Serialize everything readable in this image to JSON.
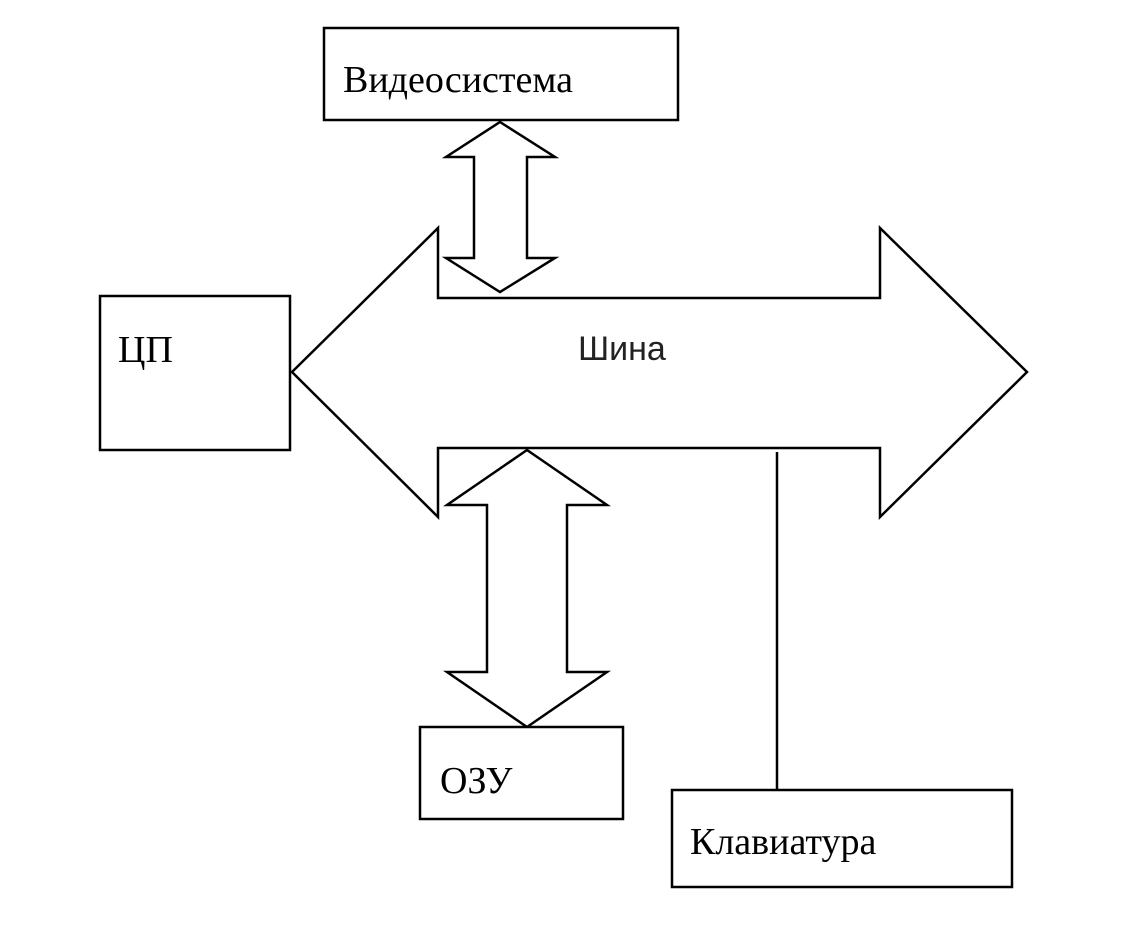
{
  "diagram": {
    "blocks": {
      "video": "Видеосистема",
      "cpu": "ЦП",
      "ram": "ОЗУ",
      "keyboard": "Клавиатура"
    },
    "bus": "Шина"
  }
}
